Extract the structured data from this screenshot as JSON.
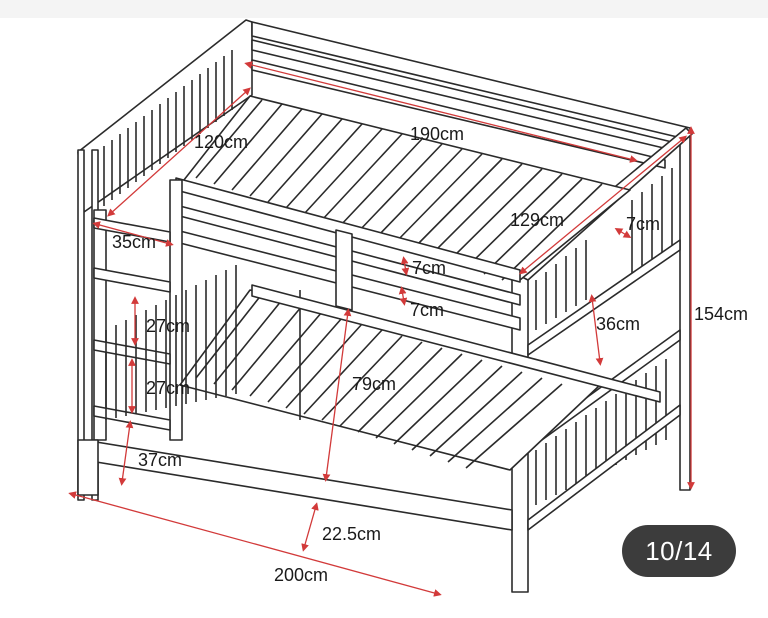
{
  "diagram": {
    "subject": "bunk bed",
    "dimensions": {
      "length": "190cm",
      "width": "120cm",
      "end_rail_height": "129cm",
      "rail_thickness_top": "7cm",
      "guard_rail_gap_top": "7cm",
      "guard_rail_gap_bottom": "7cm",
      "ladder_width": "35cm",
      "ladder_step_1": "27cm",
      "ladder_step_2": "27cm",
      "ladder_bottom": "37cm",
      "top_bunk_guard": "36cm",
      "total_height": "154cm",
      "bunk_clearance": "79cm",
      "floor_clearance": "22.5cm",
      "total_length": "200cm"
    },
    "colors": {
      "frame": "#2b2b2b",
      "dimension_line": "#d23a3a",
      "background": "#ffffff"
    }
  },
  "gallery": {
    "counter": "10/14"
  }
}
